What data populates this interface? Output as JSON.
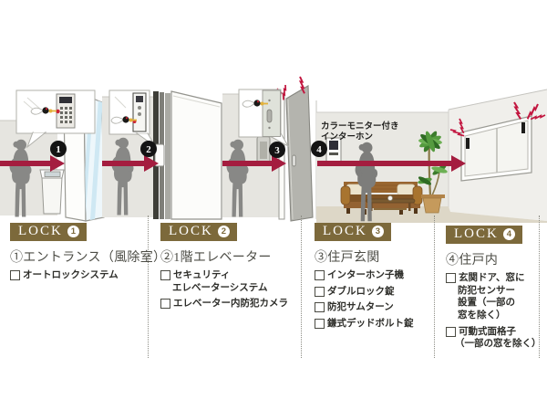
{
  "illustration": {
    "intercom_label": [
      "カラーモニター付き",
      "インターホン"
    ],
    "flow_step_numbers": [
      "1",
      "2",
      "3",
      "4"
    ]
  },
  "sections": [
    {
      "lock_word": "LOCK",
      "num": "1",
      "heading": "①エントランス（風除室）",
      "items": [
        {
          "lines": [
            "オートロックシステム"
          ]
        }
      ]
    },
    {
      "lock_word": "LOCK",
      "num": "2",
      "heading": "②1階エレベーター",
      "items": [
        {
          "lines": [
            "セキュリティ",
            "エレベーターシステム"
          ]
        },
        {
          "lines": [
            "エレベーター内防犯カメラ"
          ]
        }
      ]
    },
    {
      "lock_word": "LOCK",
      "num": "3",
      "heading": "③住戸玄関",
      "items": [
        {
          "lines": [
            "インターホン子機"
          ]
        },
        {
          "lines": [
            "ダブルロック錠"
          ]
        },
        {
          "lines": [
            "防犯サムターン"
          ]
        },
        {
          "lines": [
            "鎌式デッドボルト錠"
          ]
        }
      ]
    },
    {
      "lock_word": "LOCK",
      "num": "4",
      "heading": "④住戸内",
      "items": [
        {
          "lines": [
            "玄関ドア、窓に",
            "防犯センサー",
            "設置（一部の",
            "窓を除く）"
          ]
        },
        {
          "lines": [
            "可動式面格子",
            "（一部の窓を除く）"
          ]
        }
      ]
    }
  ],
  "colors": {
    "lock_badge": "#7c693b",
    "arrow": "#a41d3f",
    "alert_flash": "#c2163f",
    "wall": "#e6e5e0",
    "floor": "#ddd7c7",
    "glass": "#cfe8f3"
  }
}
